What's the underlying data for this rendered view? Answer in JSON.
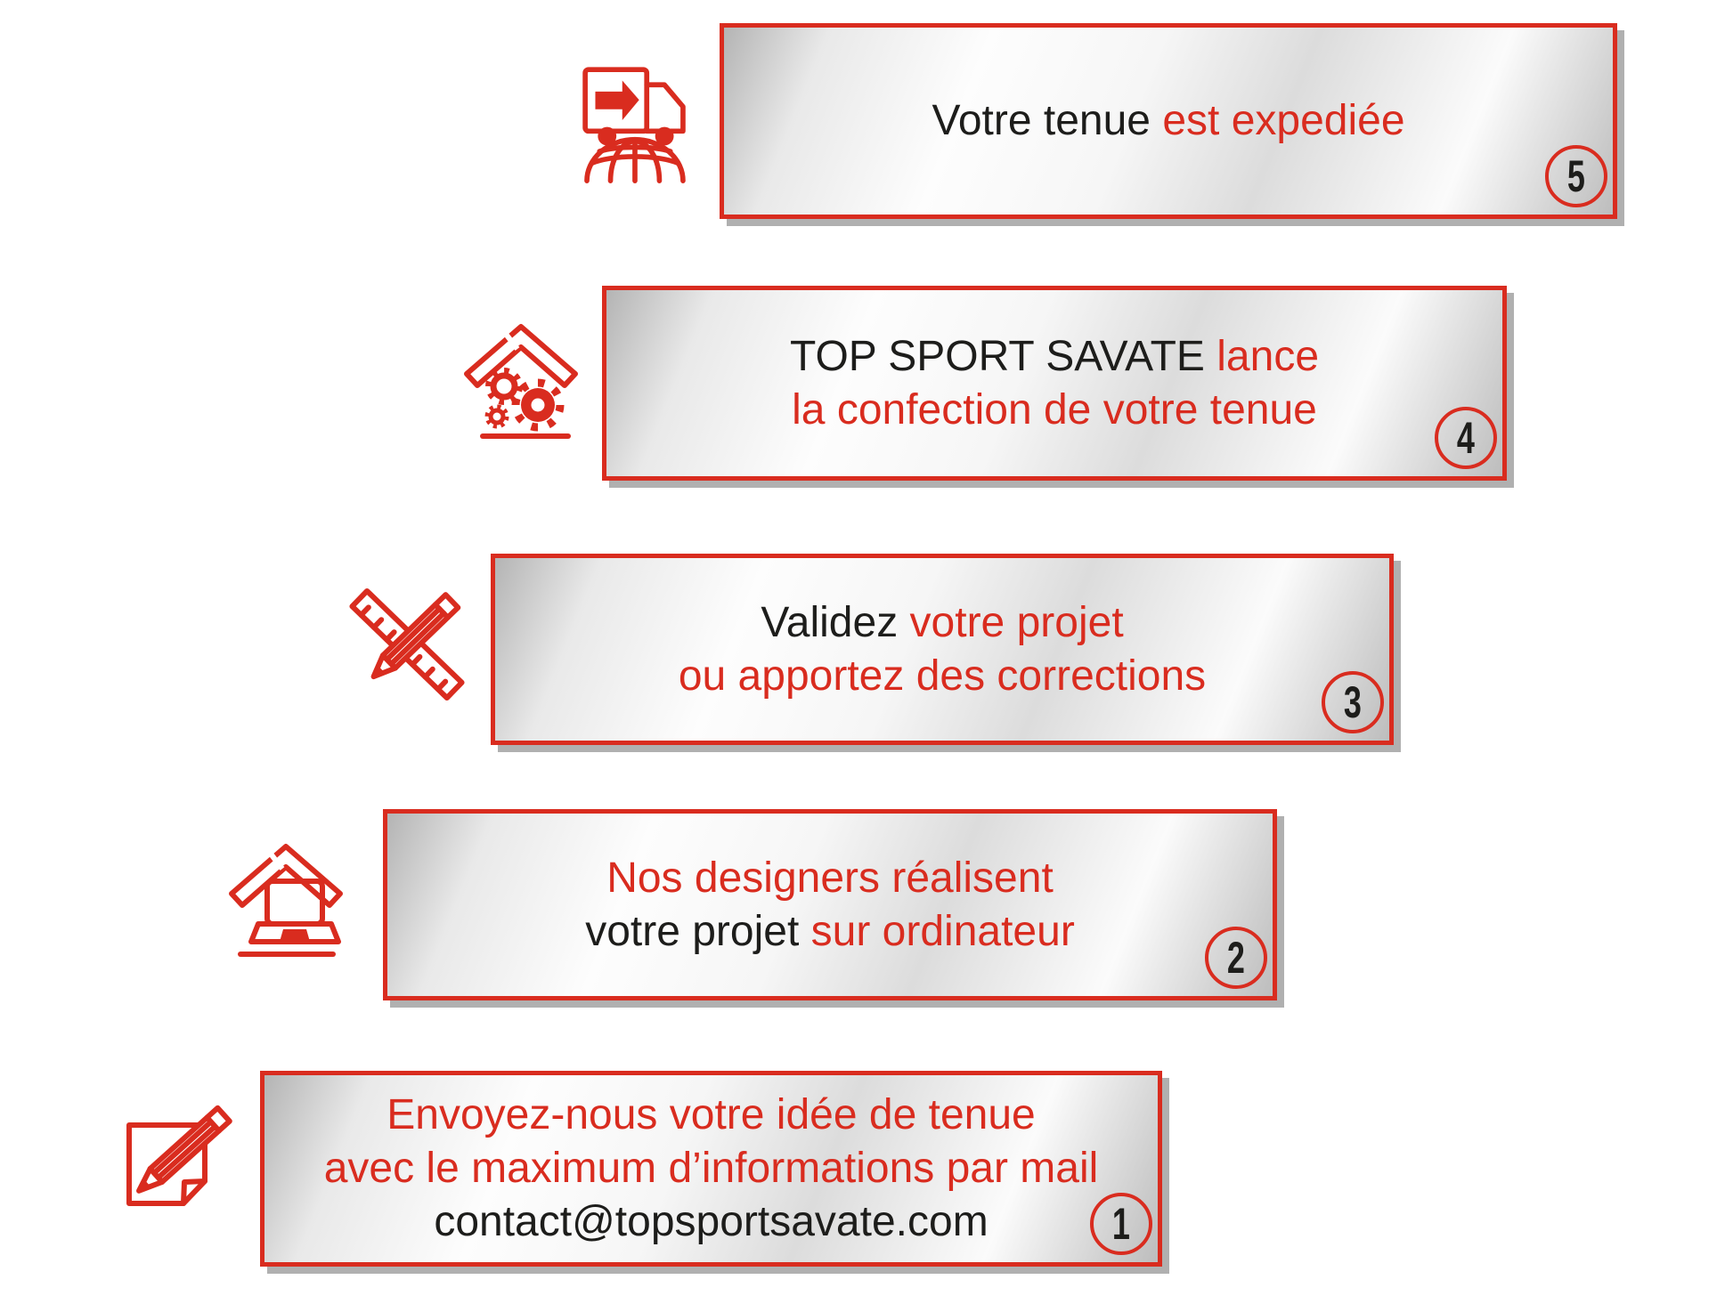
{
  "colors": {
    "red": "#d92c1f",
    "ink": "#1d1d1b"
  },
  "steps": [
    {
      "number": "1",
      "icon": "note-pencil-icon",
      "lines": [
        [
          {
            "text": "Envoyez-nous votre idée de tenue",
            "color": "red"
          }
        ],
        [
          {
            "text": "avec le maximum d’informations par mail",
            "color": "red"
          }
        ],
        [
          {
            "text": "contact@topsportsavate.com",
            "color": "black"
          }
        ]
      ]
    },
    {
      "number": "2",
      "icon": "laptop-house-icon",
      "lines": [
        [
          {
            "text": "Nos designers réalisent",
            "color": "red"
          }
        ],
        [
          {
            "text": "votre projet ",
            "color": "black"
          },
          {
            "text": "sur ordinateur",
            "color": "red"
          }
        ]
      ]
    },
    {
      "number": "3",
      "icon": "ruler-pencil-icon",
      "lines": [
        [
          {
            "text": "Validez ",
            "color": "black"
          },
          {
            "text": "votre projet",
            "color": "red"
          }
        ],
        [
          {
            "text": "ou apportez des corrections",
            "color": "red"
          }
        ]
      ]
    },
    {
      "number": "4",
      "icon": "workshop-gears-icon",
      "lines": [
        [
          {
            "text": "TOP SPORT SAVATE ",
            "color": "black"
          },
          {
            "text": "lance",
            "color": "red"
          }
        ],
        [
          {
            "text": "la confection de votre tenue",
            "color": "red"
          }
        ]
      ]
    },
    {
      "number": "5",
      "icon": "delivery-truck-globe-icon",
      "lines": [
        [
          {
            "text": "Votre tenue ",
            "color": "black"
          },
          {
            "text": "est expediée",
            "color": "red"
          }
        ]
      ]
    }
  ]
}
